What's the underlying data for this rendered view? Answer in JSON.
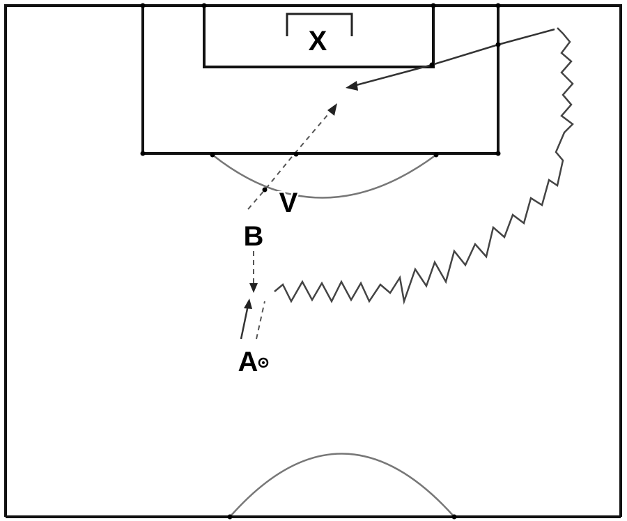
{
  "diagram": {
    "labels": {
      "goalkeeper": "X",
      "player_v": "V",
      "player_b": "B",
      "player_a": "A"
    },
    "colors": {
      "lines": "#111111",
      "arcs": "#777777",
      "background": "#ffffff"
    }
  }
}
